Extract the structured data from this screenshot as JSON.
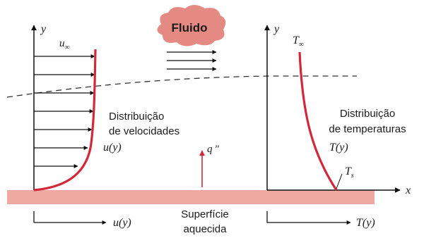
{
  "fluid_label": "Fluido",
  "left_panel": {
    "y_axis_label": "y",
    "free_stream_label": "u",
    "free_stream_subscript": "∞",
    "profile_title_line1": "Distribuição",
    "profile_title_line2": "de velocidades",
    "profile_function": "u(y)",
    "bottom_axis_label": "u(y)"
  },
  "right_panel": {
    "y_axis_label": "y",
    "free_stream_label": "T",
    "free_stream_subscript": "∞",
    "profile_title_line1": "Distribuição",
    "profile_title_line2": "de temperaturas",
    "profile_function": "T(y)",
    "surface_temp_label": "T",
    "surface_temp_subscript": "s",
    "x_axis_label": "x",
    "bottom_axis_label": "T(y)"
  },
  "heat_flux_label": "q \"",
  "surface_label_line1": "Superfície",
  "surface_label_line2": "aquecida",
  "colors": {
    "profile_curve": "#d1293a",
    "surface_fill": "#efa8a0",
    "cloud_fill": "#e58983",
    "heat_arrow": "#d1293a",
    "boundary_layer_dash": "#333333",
    "axes": "#111111"
  }
}
